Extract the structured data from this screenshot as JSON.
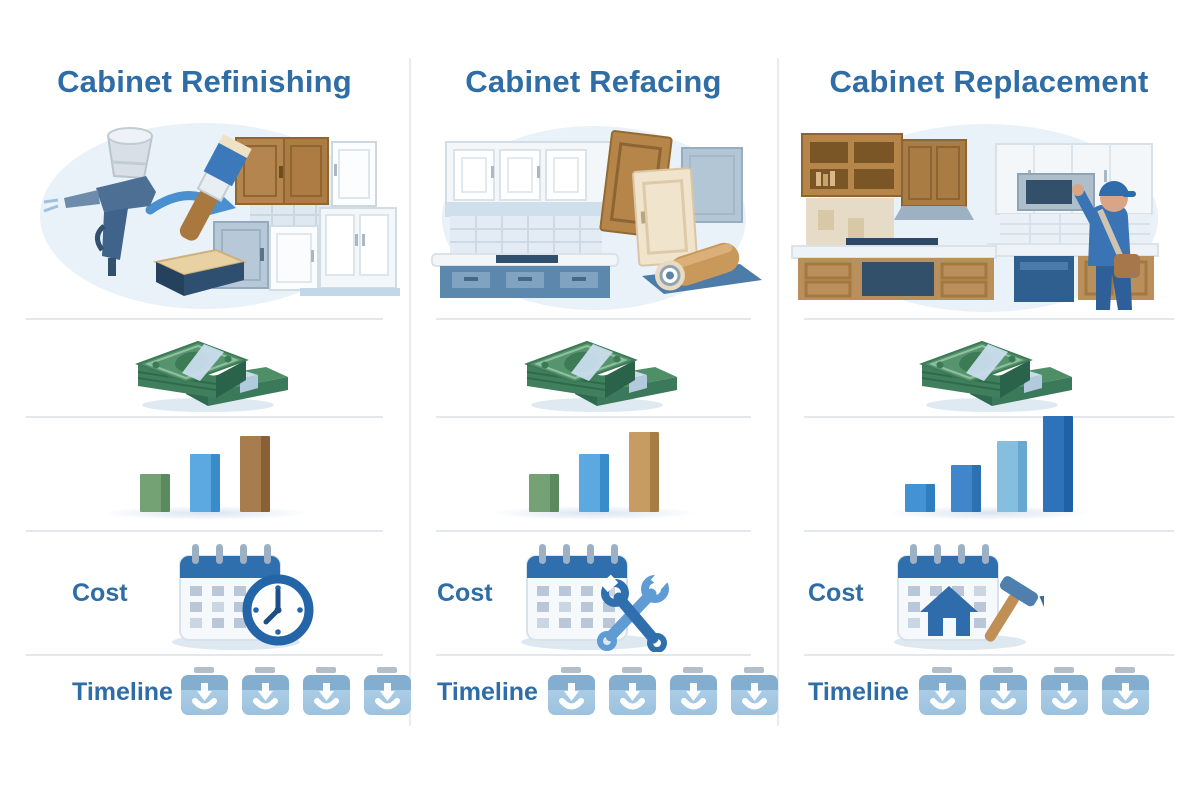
{
  "meta": {
    "type": "comparison-infographic",
    "topic": "Kitchen cabinet renovation options"
  },
  "colors": {
    "heading_text": "#2e6da6",
    "label_text": "#2e6da6",
    "divider": "#e3e8ee",
    "illustration_bg": "#e9f1f9",
    "calendar_header": "#2f6fae",
    "money_green": "#4f8f68",
    "timeline_box_blue": "#9cc2de"
  },
  "columns": [
    {
      "title": "Cabinet Refinishing",
      "illustration": {
        "name": "refinishing-scene",
        "elements": [
          "paint-sprayer",
          "sanding-block",
          "paintbrush",
          "transform-arrow",
          "cabinet-doors-before-after"
        ]
      },
      "money": {
        "icon": "cash-stacks-icon"
      },
      "cost_bars": {
        "type": "bar",
        "values": [
          38,
          58,
          76
        ],
        "colors": [
          {
            "front": "#74a274",
            "side": "#5b8a5f"
          },
          {
            "front": "#5ba9e0",
            "side": "#3a8cc8"
          },
          {
            "front": "#a87d4d",
            "side": "#8a6137"
          }
        ]
      },
      "cost": {
        "label": "Cost",
        "icon": "calendar-clock-icon"
      },
      "timeline": {
        "label": "Timeline",
        "icon": "supply-box-icon",
        "count": 4
      }
    },
    {
      "title": "Cabinet Refacing",
      "illustration": {
        "name": "refacing-scene",
        "elements": [
          "upper-cabinets",
          "tile-backsplash",
          "kitchen-island",
          "new-door-fronts",
          "veneer-roll"
        ]
      },
      "money": {
        "icon": "cash-stacks-icon"
      },
      "cost_bars": {
        "type": "bar",
        "values": [
          38,
          58,
          80
        ],
        "colors": [
          {
            "front": "#74a274",
            "side": "#5b8a5f"
          },
          {
            "front": "#5ba9e0",
            "side": "#3a8cc8"
          },
          {
            "front": "#c79c62",
            "side": "#a67d45"
          }
        ]
      },
      "cost": {
        "label": "Cost",
        "icon": "calendar-wrench-icon"
      },
      "timeline": {
        "label": "Timeline",
        "icon": "supply-box-icon",
        "count": 4
      }
    },
    {
      "title": "Cabinet Replacement",
      "illustration": {
        "name": "replacement-scene",
        "elements": [
          "wood-cabinets",
          "new-white-cabinets",
          "installer-worker",
          "microwave"
        ]
      },
      "money": {
        "icon": "cash-stacks-icon"
      },
      "cost_bars": {
        "type": "bar",
        "values": [
          28,
          47,
          71,
          96
        ],
        "colors": [
          {
            "front": "#4392d4",
            "side": "#2f7ec0"
          },
          {
            "front": "#3f87ca",
            "side": "#2c72b2"
          },
          {
            "front": "#85bede",
            "side": "#66a8cf"
          },
          {
            "front": "#2e73ba",
            "side": "#1f61a6"
          }
        ]
      },
      "cost": {
        "label": "Cost",
        "icon": "calendar-house-hammer-icon"
      },
      "timeline": {
        "label": "Timeline",
        "icon": "supply-box-icon",
        "count": 4
      }
    }
  ]
}
